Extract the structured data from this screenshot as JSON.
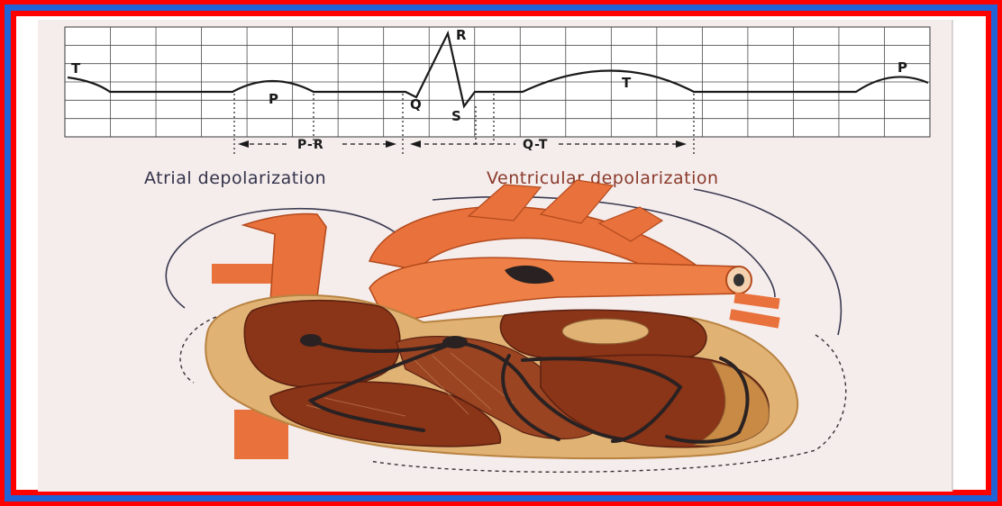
{
  "ecg": {
    "wave_labels": {
      "t_left": "T",
      "p_left": "P",
      "q": "Q",
      "r": "R",
      "s": "S",
      "t_right": "T",
      "p_right": "P"
    },
    "intervals": {
      "pr": "P-R",
      "qt": "Q-T"
    }
  },
  "phases": {
    "atrial": "Atrial depolarization",
    "ventricular": "Ventricular depolarization"
  },
  "colors": {
    "border_red": "#ff0000",
    "border_blue": "#1f63d6",
    "paper_bg": "#f5ecec",
    "grid": "#4a4a4a",
    "heart_orange": "#e8713c",
    "heart_dark": "#b34a1c",
    "muscle_brown": "#8a3418",
    "tissue_tan": "#e0b274",
    "conduction": "#2a2222"
  }
}
